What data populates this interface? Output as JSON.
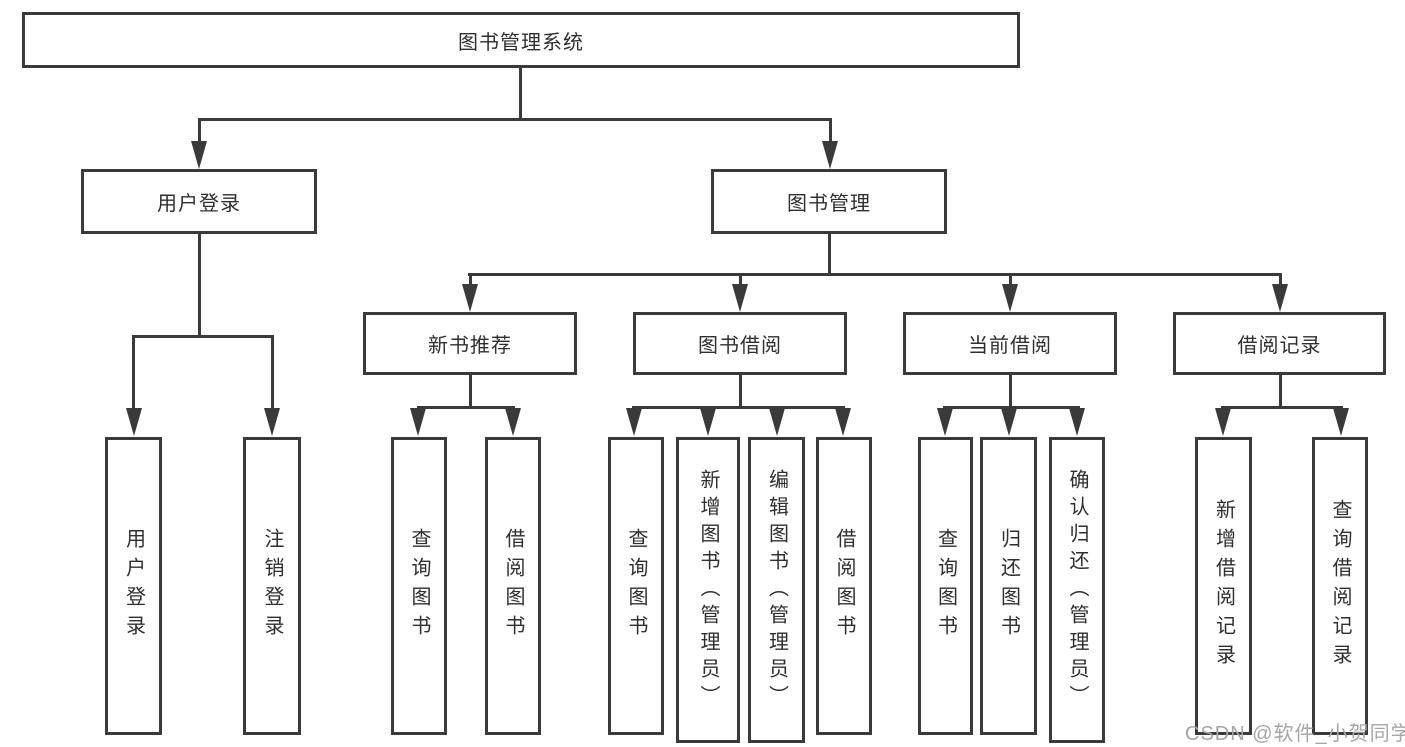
{
  "diagram": {
    "title": "图书管理系统",
    "level2": [
      {
        "label": "用户登录"
      },
      {
        "label": "图书管理"
      }
    ],
    "level3": [
      {
        "label": "新书推荐",
        "parent": "图书管理"
      },
      {
        "label": "图书借阅",
        "parent": "图书管理"
      },
      {
        "label": "当前借阅",
        "parent": "图书管理"
      },
      {
        "label": "借阅记录",
        "parent": "图书管理"
      }
    ],
    "leaves": [
      {
        "label": "用户登录",
        "parent": "用户登录"
      },
      {
        "label": "注销登录",
        "parent": "用户登录"
      },
      {
        "label": "查询图书",
        "parent": "新书推荐"
      },
      {
        "label": "借阅图书",
        "parent": "新书推荐"
      },
      {
        "label": "查询图书",
        "parent": "图书借阅"
      },
      {
        "label": "新增图书（管理员）",
        "parent": "图书借阅"
      },
      {
        "label": "编辑图书（管理员）",
        "parent": "图书借阅"
      },
      {
        "label": "借阅图书",
        "parent": "图书借阅"
      },
      {
        "label": "查询图书",
        "parent": "当前借阅"
      },
      {
        "label": "归还图书",
        "parent": "当前借阅"
      },
      {
        "label": "确认归还（管理员）",
        "parent": "当前借阅"
      },
      {
        "label": "新增借阅记录",
        "parent": "借阅记录"
      },
      {
        "label": "查询借阅记录",
        "parent": "借阅记录"
      }
    ]
  },
  "watermark": "CSDN @软件_小贺同学",
  "colors": {
    "line": "#3a3a3a",
    "text": "#2f2f2f",
    "watermark": "#a6a6a6",
    "background": "#ffffff"
  }
}
